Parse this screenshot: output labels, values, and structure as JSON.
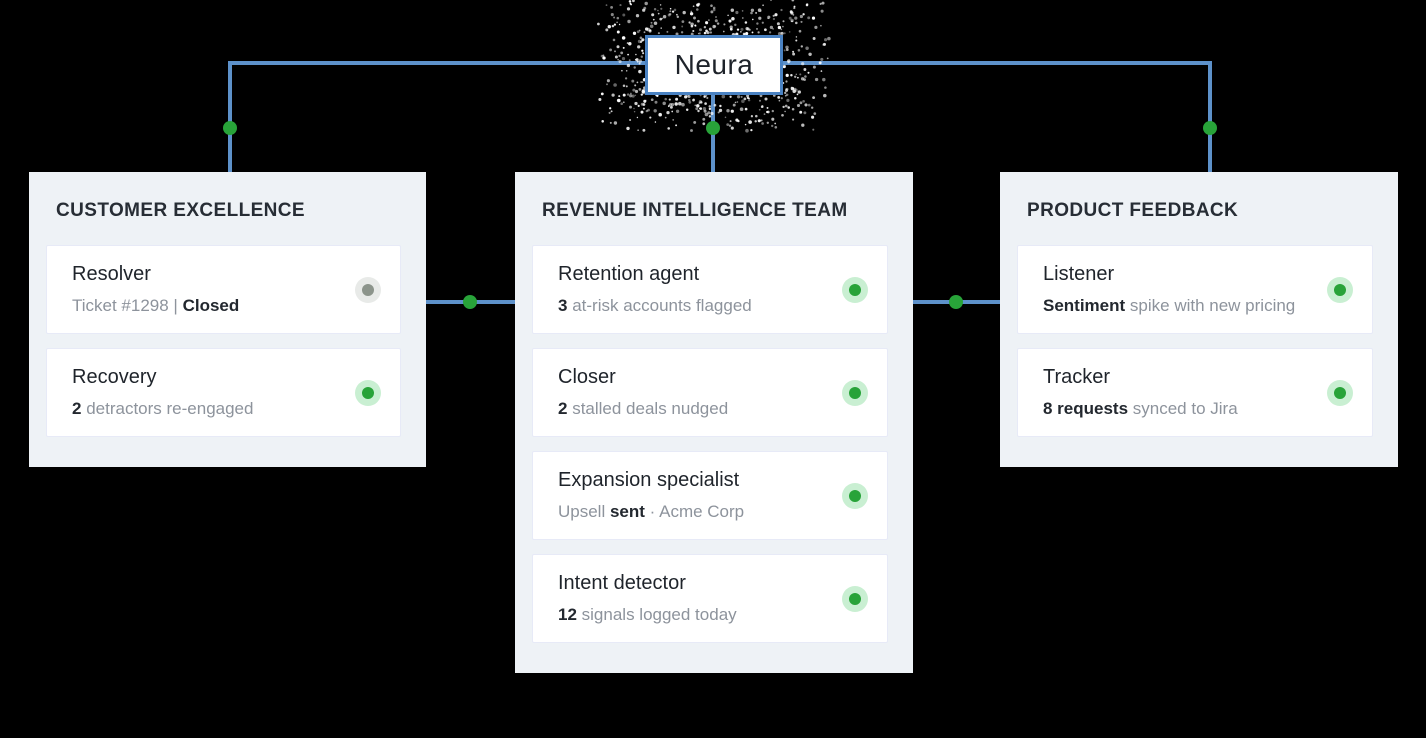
{
  "root": {
    "label": "Neura"
  },
  "colors": {
    "connector": "#5d91ca",
    "root_border": "#4a82c2",
    "panel_bg": "#eef2f6",
    "active_dot": "#28a339",
    "active_halo": "#c9efd2",
    "idle_dot": "#8c948b",
    "idle_halo": "#e8eae8"
  },
  "panels": [
    {
      "id": "customer-excellence",
      "title": "CUSTOMER EXCELLENCE",
      "cards": [
        {
          "name": "Resolver",
          "status": "idle",
          "subtitle": [
            {
              "t": "Ticket #1298 | ",
              "b": false
            },
            {
              "t": "Closed",
              "b": true
            }
          ]
        },
        {
          "name": "Recovery",
          "status": "active",
          "subtitle": [
            {
              "t": "2",
              "b": true
            },
            {
              "t": " detractors re-engaged",
              "b": false
            }
          ]
        }
      ]
    },
    {
      "id": "revenue-intelligence-team",
      "title": "REVENUE INTELLIGENCE TEAM",
      "cards": [
        {
          "name": "Retention agent",
          "status": "active",
          "subtitle": [
            {
              "t": "3",
              "b": true
            },
            {
              "t": " at-risk accounts flagged",
              "b": false
            }
          ]
        },
        {
          "name": "Closer",
          "status": "active",
          "subtitle": [
            {
              "t": "2",
              "b": true
            },
            {
              "t": " stalled deals nudged",
              "b": false
            }
          ]
        },
        {
          "name": "Expansion specialist",
          "status": "active",
          "subtitle": [
            {
              "t": "Upsell ",
              "b": false
            },
            {
              "t": "sent",
              "b": true
            },
            {
              "t": " · Acme Corp",
              "b": false
            }
          ]
        },
        {
          "name": "Intent detector",
          "status": "active",
          "subtitle": [
            {
              "t": "12",
              "b": true
            },
            {
              "t": " signals logged today",
              "b": false
            }
          ]
        }
      ]
    },
    {
      "id": "product-feedback",
      "title": "PRODUCT FEEDBACK",
      "cards": [
        {
          "name": "Listener",
          "status": "active",
          "subtitle": [
            {
              "t": "Sentiment",
              "b": true
            },
            {
              "t": " spike with new pricing",
              "b": false
            }
          ]
        },
        {
          "name": "Tracker",
          "status": "active",
          "subtitle": [
            {
              "t": "8 requests",
              "b": true
            },
            {
              "t": " synced to Jira",
              "b": false
            }
          ]
        }
      ]
    }
  ]
}
